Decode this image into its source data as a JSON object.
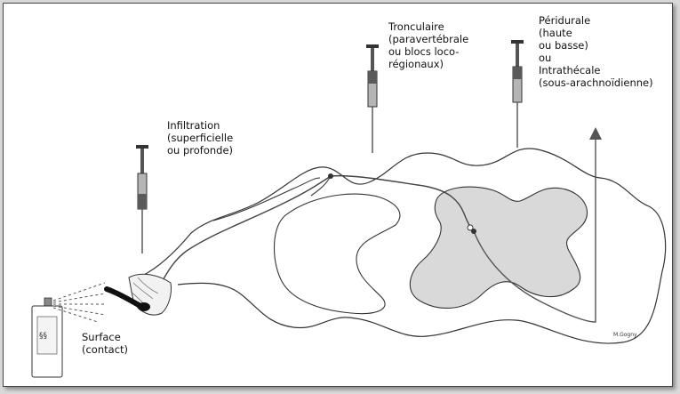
{
  "labels": {
    "infiltration": "Infiltration\n(superficielle\nou profonde)",
    "tronculaire": "Tronculaire\n(paravertébrale\nou blocs loco-\nrégionaux)",
    "peridurale": "Péridurale\n(haute\nou basse)\nou\nIntrathécale\n(sous-arachnoïdienne)",
    "surface": "Surface\n(contact)",
    "signature": "M.Gogny"
  },
  "colors": {
    "background": "#ffffff",
    "grey_matter": "#d9d9d9",
    "syringe_barrel": "#b5b5b5",
    "syringe_drug": "#5a5a5a",
    "line": "#333333"
  },
  "icons": [
    "syringe-icon",
    "spray-can-icon",
    "arrow-up-icon"
  ]
}
